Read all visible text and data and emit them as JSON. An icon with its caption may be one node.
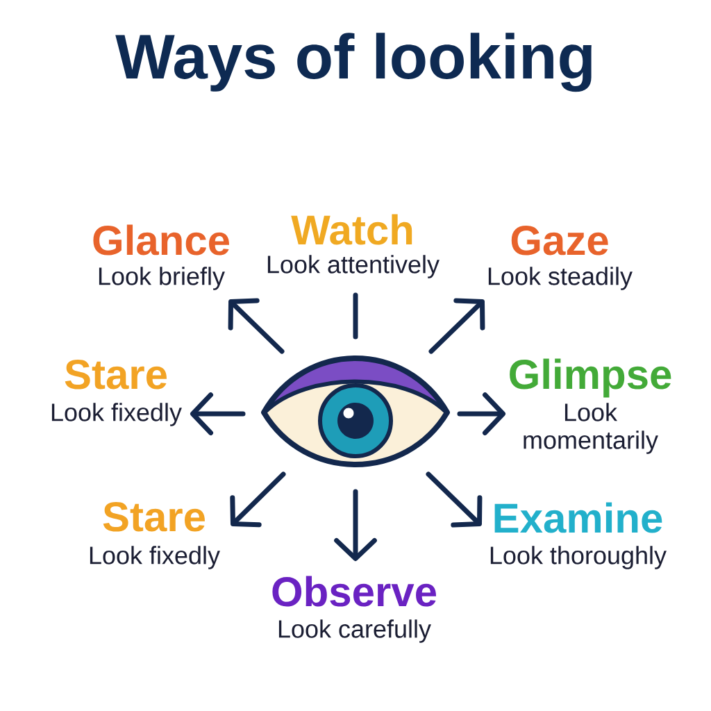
{
  "diagram": {
    "title": "Ways of looking",
    "nodes": [
      {
        "text": [
          "Glance",
          "Look briefly"
        ]
      },
      {
        "text": [
          "Watch",
          "Look attentively"
        ]
      },
      {
        "text": [
          "Gaze",
          "Look steadily"
        ]
      },
      {
        "text": [
          "Stare",
          "Look fixedly"
        ]
      },
      {
        "text": [],
        "shape": "picture"
      },
      {
        "text": [
          "Glimpse",
          "Look momentarily"
        ]
      },
      {
        "text": [
          "Stare",
          "Look fixedly"
        ]
      },
      {
        "text": [
          "Examine",
          "Look thoroughly"
        ]
      },
      {
        "text": [
          "Observe",
          "Look carefully"
        ]
      }
    ],
    "edges": [
      {
        "from": 4,
        "to": 0,
        "arrow": "to"
      },
      {
        "from": 4,
        "to": 1,
        "arrow": "none"
      },
      {
        "from": 4,
        "to": 2,
        "arrow": "to"
      },
      {
        "from": 4,
        "to": 3,
        "arrow": "to"
      },
      {
        "from": 4,
        "to": 5,
        "arrow": "to"
      },
      {
        "from": 4,
        "to": 6,
        "arrow": "to"
      },
      {
        "from": 4,
        "to": 7,
        "arrow": "to"
      },
      {
        "from": 4,
        "to": 8,
        "arrow": "to"
      }
    ]
  }
}
